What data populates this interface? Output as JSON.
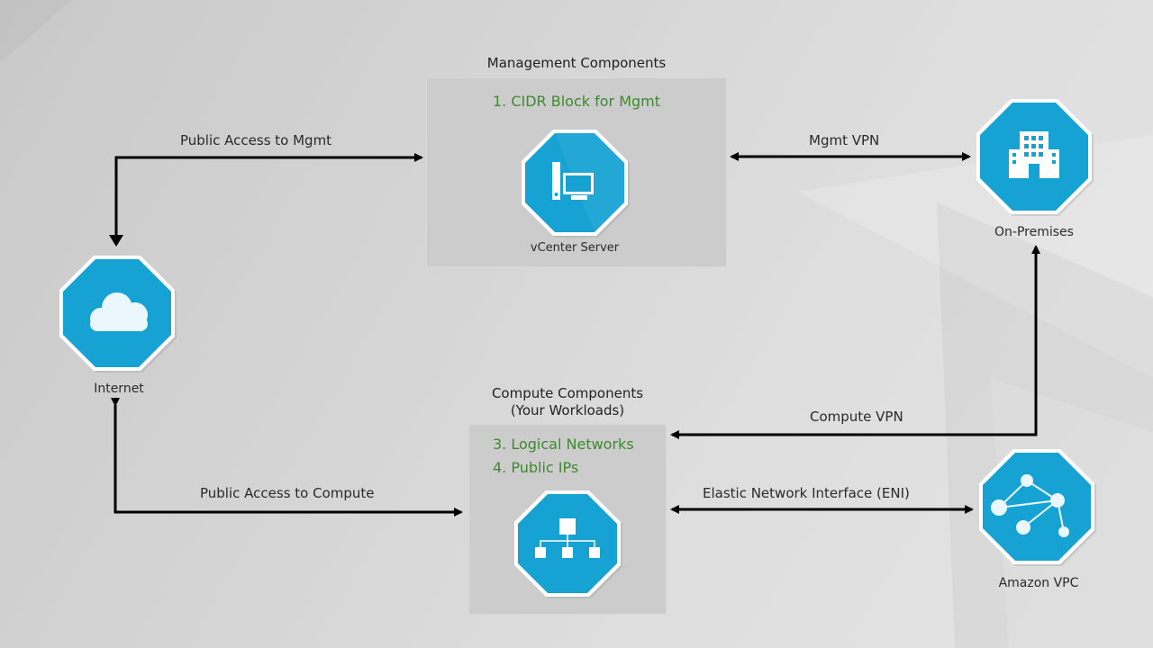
{
  "colors": {
    "node_fill": "#16a3d3",
    "node_border": "#ffffff",
    "accent_text": "#3d8a2e",
    "arrow": "#000000",
    "panel": "#cccccc"
  },
  "groups": {
    "management": {
      "title": "Management Components",
      "items": [
        "1. CIDR Block for Mgmt"
      ]
    },
    "compute": {
      "title_line1": "Compute Components",
      "title_line2": "(Your Workloads)",
      "items": [
        "3. Logical Networks",
        "4. Public IPs"
      ]
    }
  },
  "nodes": {
    "vcenter": {
      "label": "vCenter Server",
      "icon": "computer-icon"
    },
    "on_premises": {
      "label": "On-Premises",
      "icon": "building-icon"
    },
    "internet": {
      "label": "Internet",
      "icon": "cloud-icon"
    },
    "compute": {
      "label": "",
      "icon": "hierarchy-icon"
    },
    "vpc": {
      "label": "Amazon VPC",
      "icon": "network-graph-icon"
    }
  },
  "edges": {
    "public_mgmt": {
      "label": "Public Access to Mgmt",
      "direction": "both"
    },
    "mgmt_vpn": {
      "label": "Mgmt VPN",
      "direction": "both"
    },
    "compute_vpn": {
      "label": "Compute VPN",
      "direction": "both"
    },
    "public_compute": {
      "label": "Public Access to Compute",
      "direction": "both"
    },
    "eni": {
      "label": "Elastic Network Interface (ENI)",
      "direction": "both"
    }
  }
}
